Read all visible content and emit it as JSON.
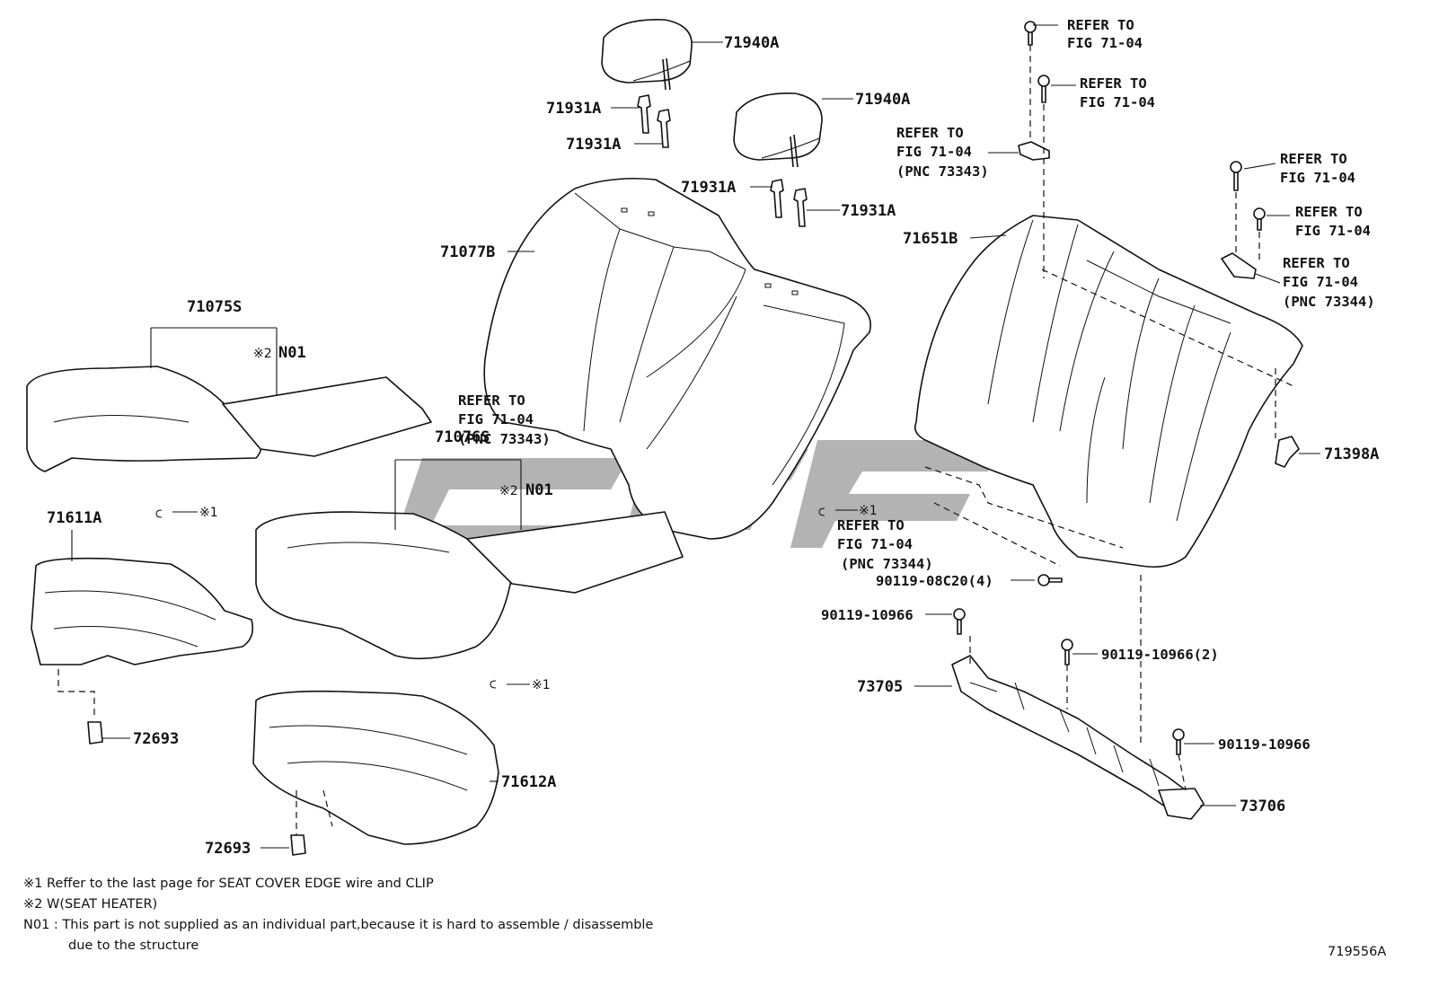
{
  "refer": {
    "line1": "REFER TO",
    "line2": "FIG 71-04",
    "pnc_73343": "(PNC 73343)",
    "pnc_73344": "(PNC 73344)"
  },
  "parts": {
    "headrest_upper": "71940A",
    "headrest_lower": "71940A",
    "support_1": "71931A",
    "support_2": "71931A",
    "support_3": "71931A",
    "support_4": "71931A",
    "back_cover": "71077B",
    "back_pad": "71651B",
    "cushion_cover_left": "71075S",
    "cushion_cover_mid": "71076S",
    "heater_note_1": "N01",
    "heater_note_2": "N01",
    "cushion_pad_left": "71611A",
    "cushion_pad_right": "71612A",
    "clip_1": "72693",
    "clip_2": "72693",
    "hinge": "71398A",
    "bolt_a": "90119-08C20(4)",
    "bolt_b": "90119-10966",
    "bolt_c": "90119-10966(2)",
    "bolt_d": "90119-10966",
    "frame_left": "73705",
    "frame_right": "73706",
    "mark_1": "※1",
    "mark_2": "※2"
  },
  "notes": {
    "n1": "※1 Reffer to the last page for SEAT COVER EDGE wire and CLIP",
    "n2": "※2 W(SEAT HEATER)",
    "n3a": "N01 : This part is not supplied as an individual part,because it is hard to assemble / disassemble",
    "n3b": "due to the structure"
  },
  "figure_id": "719556A"
}
